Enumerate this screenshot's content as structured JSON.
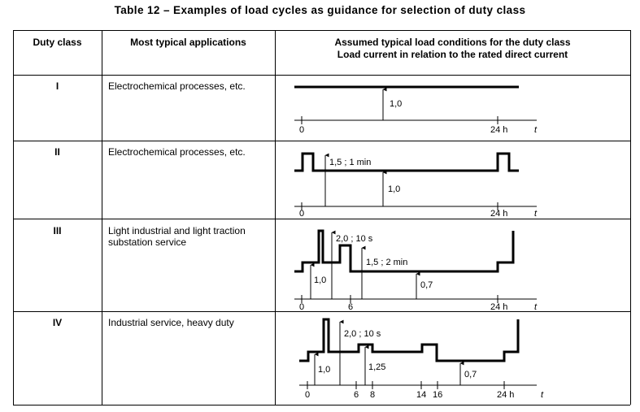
{
  "caption": "Table 12 – Examples of load cycles as guidance for selection of duty class",
  "headers": {
    "duty_class": "Duty class",
    "applications": "Most typical applications",
    "conditions_1": "Assumed typical load conditions for the duty class",
    "conditions_2": "Load current in relation to the rated direct current"
  },
  "rows": [
    {
      "duty_class": "I",
      "application": "Electrochemical processes, etc.",
      "diagram": {
        "levels": [
          "1,0"
        ],
        "axis_ticks": [
          "0",
          "24 h"
        ],
        "axis_var": "t"
      }
    },
    {
      "duty_class": "II",
      "application": "Electrochemical processes, etc.",
      "diagram": {
        "levels": [
          "1,5 ;  1 min",
          "1,0"
        ],
        "axis_ticks": [
          "0",
          "24 h"
        ],
        "axis_var": "t"
      }
    },
    {
      "duty_class": "III",
      "application": "Light industrial and light traction substation service",
      "diagram": {
        "levels": [
          "2,0 ;  10 s",
          "1,5 ;  2 min",
          "1,0",
          "0,7"
        ],
        "axis_ticks": [
          "0",
          "6",
          "24 h"
        ],
        "axis_var": "t"
      }
    },
    {
      "duty_class": "IV",
      "application": "Industrial service, heavy duty",
      "diagram": {
        "levels": [
          "2,0 ;  10 s",
          "1,25",
          "1,0",
          "0,7"
        ],
        "axis_ticks": [
          "0",
          "6",
          "8",
          "14",
          "16",
          "24 h"
        ],
        "axis_var": "t"
      }
    }
  ]
}
